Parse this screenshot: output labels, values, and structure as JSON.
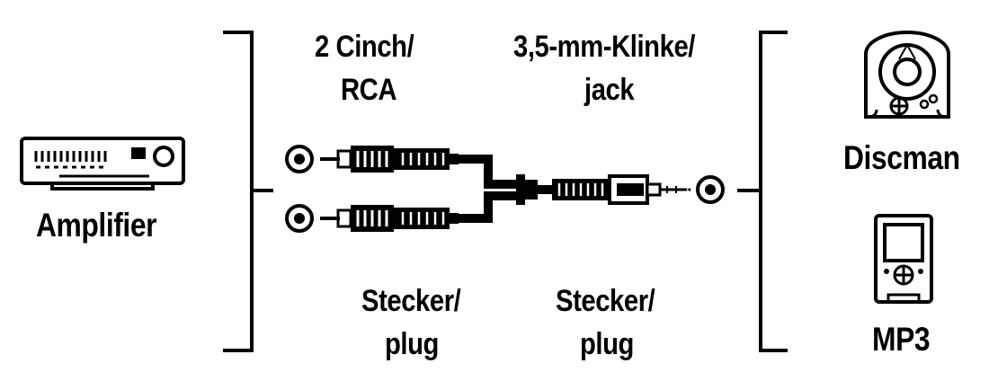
{
  "labels": {
    "amplifier": "Amplifier",
    "rca_line1": "2 Cinch/",
    "rca_line2": "RCA",
    "jack_line1": "3,5-mm-Klinke/",
    "jack_line2": "jack",
    "plug_left_line1": "Stecker/",
    "plug_left_line2": "plug",
    "plug_right_line1": "Stecker/",
    "plug_right_line2": "plug",
    "discman": "Discman",
    "mp3": "MP3"
  },
  "icons": {
    "amplifier": "amplifier-icon",
    "discman": "discman-icon",
    "mp3": "mp3-player-icon",
    "rca_plug": "rca-plug-icon",
    "jack_plug": "jack-plug-icon",
    "socket": "socket-icon"
  },
  "colors": {
    "ink": "#000000",
    "paper": "#ffffff"
  }
}
